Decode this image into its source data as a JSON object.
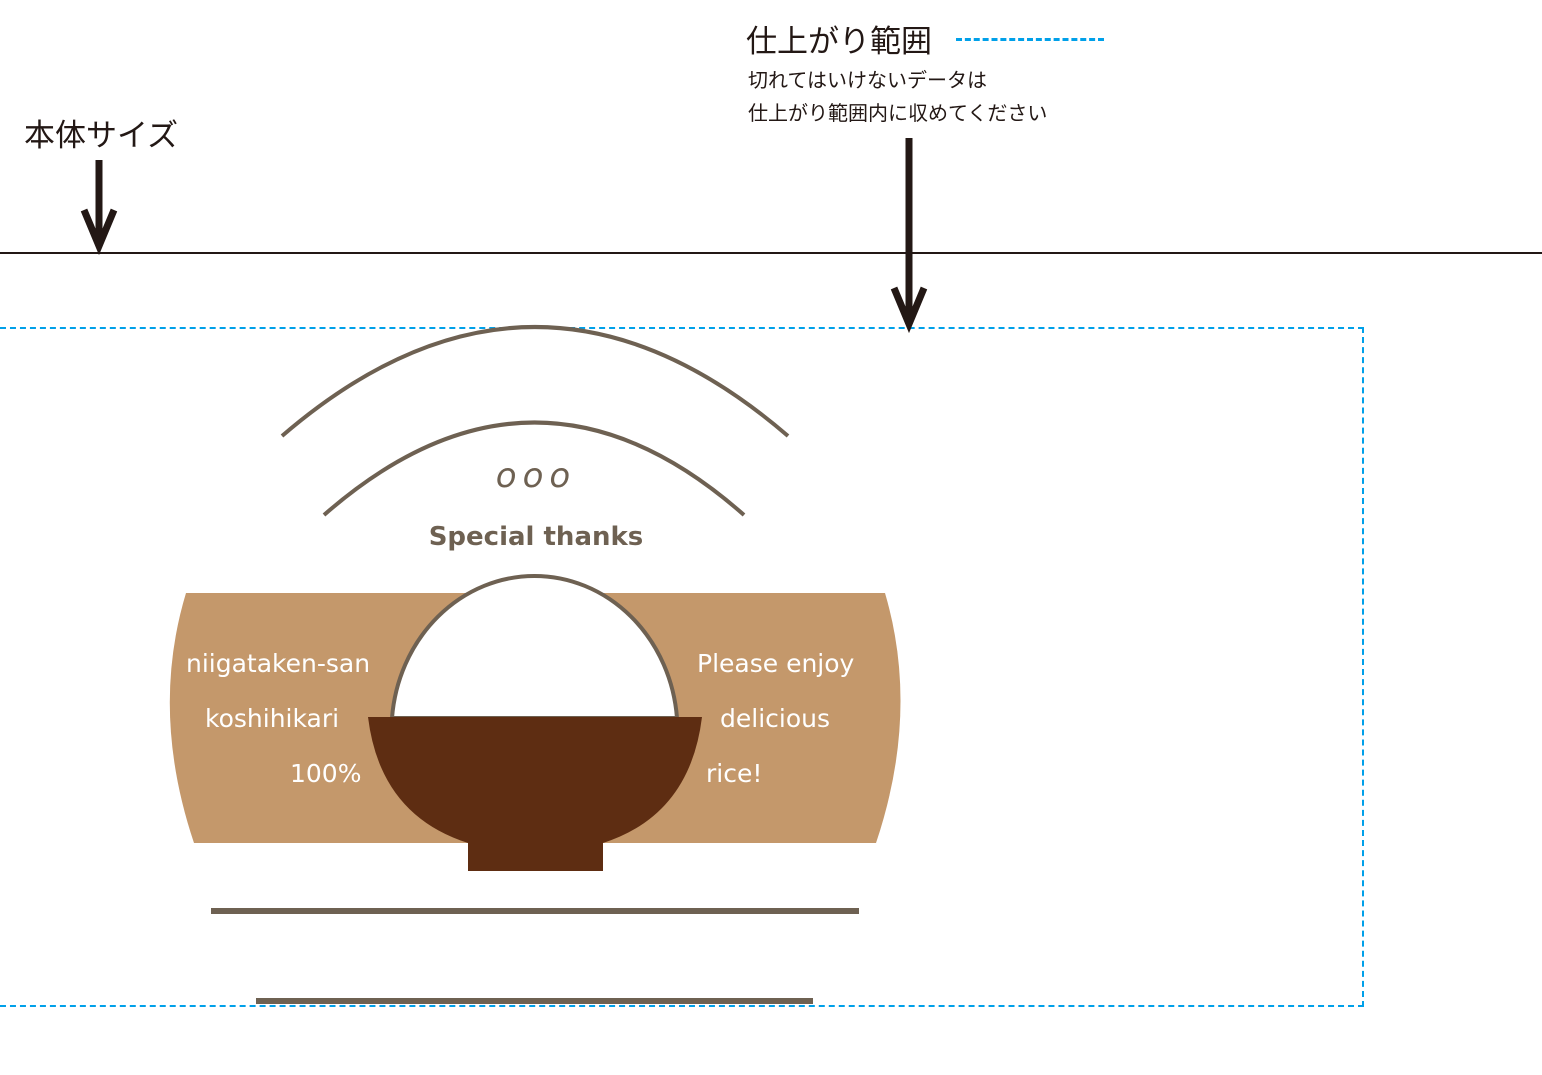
{
  "labels": {
    "body_size": "本体サイズ",
    "trim_area": "仕上がり範囲",
    "note_line1": "切れてはいけないデータは",
    "note_line2": "仕上がり範囲内に収めてください"
  },
  "design": {
    "name_placeholder": "ooo",
    "special_thanks": "Special thanks",
    "left_text": [
      "niigataken-san",
      "koshihikari",
      "100%"
    ],
    "right_text": [
      "Please enjoy",
      "delicious",
      "rice!"
    ]
  },
  "colors": {
    "trim_dash": "#00a0e9",
    "line_dark": "#231815",
    "arc_brown": "#6e6152",
    "band_tan": "#c4986b",
    "bowl_brown": "#5e2d12"
  }
}
